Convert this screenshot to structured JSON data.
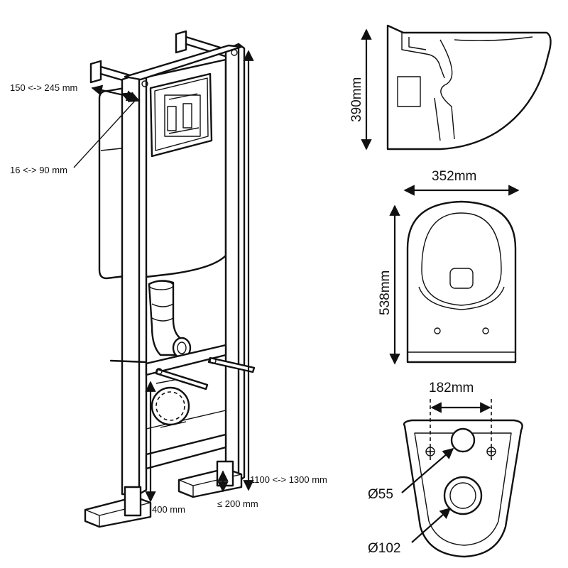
{
  "frame": {
    "wall_depth_label": "150 <-> 245 mm",
    "frame_depth_label": "16 <-> 90 mm",
    "height_label": "1100 <-> 1300 mm",
    "pan_connection_label": "400 mm",
    "foot_adjust_label": "≤ 200 mm"
  },
  "pan_side": {
    "height_label": "390mm"
  },
  "pan_top": {
    "width_label": "352mm",
    "length_label": "538mm"
  },
  "pan_rear": {
    "fixing_centres_label": "182mm",
    "inlet_diameter_label": "Ø55",
    "outlet_diameter_label": "Ø102"
  }
}
